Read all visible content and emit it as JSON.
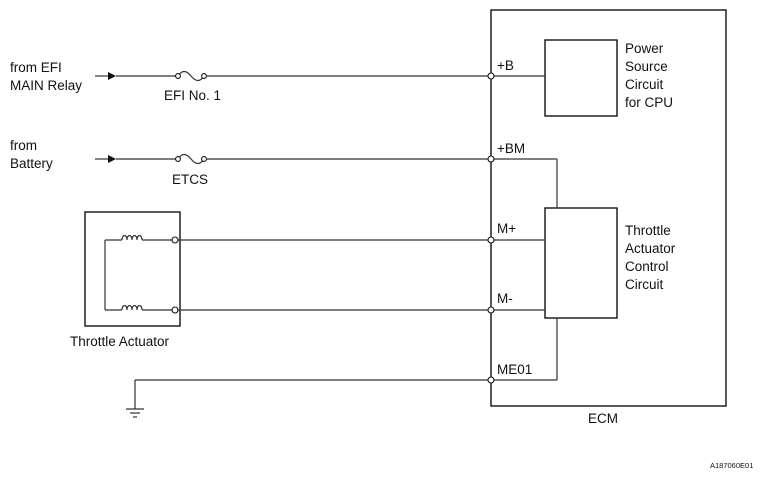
{
  "inputs": {
    "efi_main_relay": [
      "from EFI",
      "MAIN Relay"
    ],
    "battery": [
      "from",
      "Battery"
    ]
  },
  "fuses": {
    "efi_no1": "EFI No. 1",
    "etcs": "ETCS"
  },
  "pins": {
    "b": "+B",
    "bm": "+BM",
    "m_plus": "M+",
    "m_minus": "M-",
    "me01": "ME01"
  },
  "ecm": {
    "label": "ECM",
    "power_circuit": [
      "Power",
      "Source",
      "Circuit",
      "for CPU"
    ],
    "throttle_circuit": [
      "Throttle",
      "Actuator",
      "Control",
      "Circuit"
    ]
  },
  "throttle_actuator": {
    "label": "Throttle Actuator"
  },
  "figure_code": "A187060E01"
}
